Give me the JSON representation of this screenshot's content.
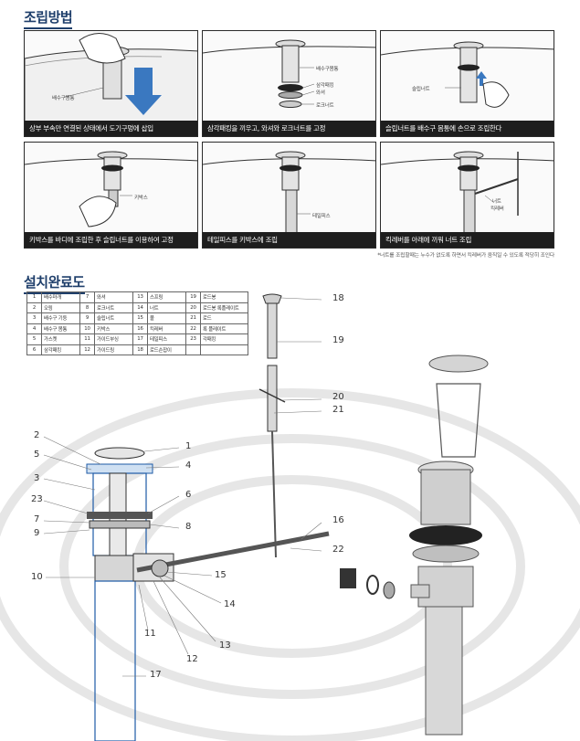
{
  "assembly": {
    "title": "조립방법",
    "steps": [
      {
        "caption": "상부 부속만 연결된 상태에서 도기구멍에 삽입",
        "labels": [
          "배수구몸통"
        ]
      },
      {
        "caption": "삼각패킹을 끼우고, 와셔와 로크너트를 고정",
        "labels": [
          "배수구몸통",
          "삼각패킹",
          "와셔",
          "로크너트"
        ]
      },
      {
        "caption": "슬립너트를 배수구 몸통에 손으로 조립한다",
        "labels": [
          "슬립너트"
        ]
      },
      {
        "caption": "키박스를 바디에 조립한 후 슬립너트를 이용하여 고정",
        "labels": [
          "키박스"
        ]
      },
      {
        "caption": "테일피스를 키박스에 조립",
        "labels": [
          "테일피스"
        ]
      },
      {
        "caption": "킥레버를 아래에 끼워 너트 조립",
        "labels": [
          "너트",
          "킥레버"
        ]
      }
    ],
    "note": "*너트를 조립할때는 누수가 없도록 하면서 킥레버가 움직일 수 있도록 적당히 조인다"
  },
  "installation": {
    "title": "설치완료도",
    "parts": [
      {
        "no": "1",
        "name": "배수마개"
      },
      {
        "no": "2",
        "name": "오링"
      },
      {
        "no": "3",
        "name": "배수구 기둥"
      },
      {
        "no": "4",
        "name": "배수구 몸통"
      },
      {
        "no": "5",
        "name": "가스켓"
      },
      {
        "no": "6",
        "name": "삼각패킹"
      },
      {
        "no": "7",
        "name": "와셔"
      },
      {
        "no": "8",
        "name": "로크너트"
      },
      {
        "no": "9",
        "name": "슬립너트"
      },
      {
        "no": "10",
        "name": "키박스"
      },
      {
        "no": "11",
        "name": "가이드부싱"
      },
      {
        "no": "12",
        "name": "가이드링"
      },
      {
        "no": "13",
        "name": "스프링"
      },
      {
        "no": "14",
        "name": "너트"
      },
      {
        "no": "15",
        "name": "볼"
      },
      {
        "no": "16",
        "name": "킥레버"
      },
      {
        "no": "17",
        "name": "테일피스"
      },
      {
        "no": "18",
        "name": "로드손잡이"
      },
      {
        "no": "19",
        "name": "로드봉"
      },
      {
        "no": "20",
        "name": "로드봉 록플레이트"
      },
      {
        "no": "21",
        "name": "로드"
      },
      {
        "no": "22",
        "name": "록 플레이트"
      },
      {
        "no": "23",
        "name": "각패킹"
      }
    ],
    "callouts": [
      "1",
      "2",
      "3",
      "4",
      "5",
      "6",
      "7",
      "8",
      "9",
      "10",
      "11",
      "12",
      "13",
      "14",
      "15",
      "16",
      "17",
      "18",
      "19",
      "20",
      "21",
      "22",
      "23"
    ]
  }
}
